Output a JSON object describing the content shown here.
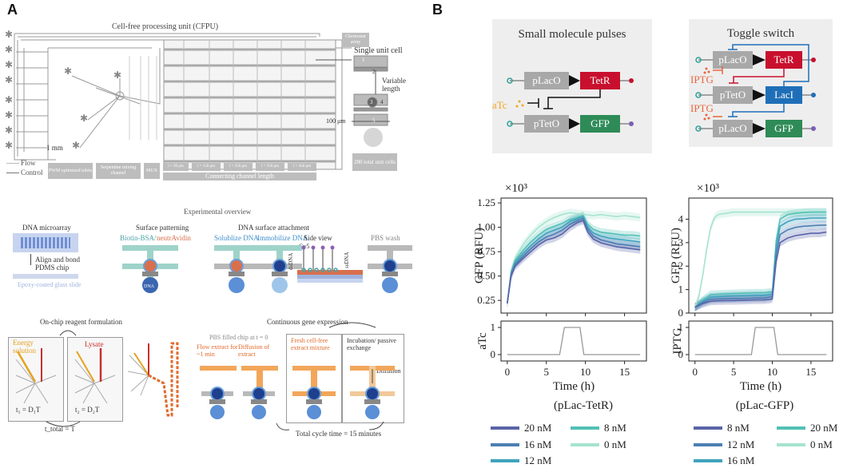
{
  "panel_labels": {
    "a": "A",
    "b": "B"
  },
  "cfpu": {
    "title": "Cell-free processing unit (CFPU)",
    "chemostat": "Chemostat array",
    "single_unit": "Single unit cell",
    "unit_numbers": [
      "1",
      "2",
      "3",
      "4",
      "5"
    ],
    "variable_length": "Variable length",
    "scale_100": "100 μm",
    "scale_1mm": "1 mm",
    "total_cells": "280 total unit cells",
    "flow": "Flow",
    "control": "Control",
    "boxes": {
      "pwm": "PWM optimized inlets",
      "serpentine": "Serpentine mixing channel",
      "mux": "MUX",
      "l1": "l = 30 μm",
      "l2": "l = 150 μm",
      "l3": "l = 250 μm",
      "l4": "l = 350 μm",
      "l5": "l = 450 μm",
      "connecting": "Connecting channel length"
    }
  },
  "overview": {
    "title": "Experimental overview",
    "microarray": "DNA microarray",
    "align_bond": "Align and bond PDMS chip",
    "epoxy": "Epoxy-coated glass slide",
    "surface_patterning": "Surface patterning",
    "biotin": "Biotin-BSA/",
    "neutravidin": "neutrAvidin",
    "attachment": "DNA surface attachment",
    "solublize": "Solublize DNA",
    "immobilize": "Immobilize DNA",
    "side_view": "Side view",
    "cy5": "Cy5",
    "dsdna": "dsDNA",
    "ssdna": "ssDNA",
    "pbs_wash": "PBS wash",
    "dna_label": "DNA"
  },
  "reagent": {
    "title": "On-chip reagent formulation",
    "energy": "Energy solution",
    "lysate": "Lysate",
    "t1": "t₁ = D₁T",
    "t2": "t₂ = D₂T",
    "ttotal": "t_total = T"
  },
  "gene_expr": {
    "title": "Continuous gene expression",
    "pbs_filled": "PBS filled chip at t = 0",
    "flow_extract": "Flow extract for ~1 min",
    "diffusion_extract": "Diffusion of extract",
    "fresh": "Fresh cell-free extract mixture",
    "incubation": "Incubation/ passive exchange",
    "diffusion": "Diffusion",
    "cycle": "Total cycle time = 15 minutes"
  },
  "circuits": {
    "pulses": {
      "title": "Small molecule pulses",
      "inducer": "aTc",
      "parts": [
        "pLacO",
        "TetR",
        "pTetO",
        "GFP"
      ]
    },
    "toggle": {
      "title": "Toggle switch",
      "inducer1": "IPTG",
      "inducer2": "IPTG",
      "parts": [
        "pLacO",
        "TetR",
        "pTetO",
        "LacI",
        "pLacO",
        "GFP"
      ]
    }
  },
  "colors": {
    "tetr": "#c8102e",
    "laci": "#1f6fb8",
    "gfp": "#2e8b57",
    "promoter": "#a8a8a8",
    "atc": "#f2a622",
    "iptg": "#e8663d",
    "box_bg": "#eeeeee"
  },
  "chart_data": [
    {
      "type": "line",
      "exponent": "×10³",
      "ylabel": "GFP (RFU)",
      "xlabel": "Time (h)",
      "xticks": [
        "0",
        "5",
        "10",
        "15"
      ],
      "yticks": [
        "0.25",
        "0.50",
        "0.75",
        "1.00",
        "1.25"
      ],
      "ylim": [
        0.12,
        1.3
      ],
      "xlim": [
        -0.8,
        17.8
      ],
      "input_label": "aTc",
      "input_yticks": [
        "0",
        "1"
      ],
      "input": {
        "x": [
          0,
          6.7,
          7.3,
          9.3,
          9.8,
          17
        ],
        "y": [
          0,
          0,
          1,
          1,
          0,
          0
        ]
      },
      "legend_title": "(pLac-TetR)",
      "legend": [
        "20 nM",
        "16 nM",
        "12 nM",
        "8 nM",
        "0 nM"
      ],
      "series": [
        {
          "name": "20 nM",
          "color": "#5a64a8",
          "x": [
            0,
            0.5,
            1,
            2,
            3,
            4,
            5,
            6,
            7,
            8,
            9,
            9.7,
            10.3,
            11,
            12,
            13,
            14,
            15,
            16,
            17
          ],
          "y": [
            0.22,
            0.5,
            0.6,
            0.68,
            0.75,
            0.82,
            0.87,
            0.89,
            0.93,
            1.0,
            1.05,
            1.07,
            0.95,
            0.88,
            0.84,
            0.82,
            0.8,
            0.79,
            0.78,
            0.77
          ]
        },
        {
          "name": "16 nM",
          "color": "#4d7fb3",
          "x": [
            0,
            0.5,
            1,
            2,
            3,
            4,
            5,
            6,
            7,
            8,
            9,
            9.7,
            10.3,
            11,
            12,
            13,
            14,
            15,
            16,
            17
          ],
          "y": [
            0.22,
            0.52,
            0.62,
            0.7,
            0.78,
            0.85,
            0.9,
            0.93,
            0.97,
            1.03,
            1.07,
            1.09,
            0.98,
            0.91,
            0.87,
            0.85,
            0.83,
            0.82,
            0.81,
            0.8
          ]
        },
        {
          "name": "12 nM",
          "color": "#3fa3bd",
          "x": [
            0,
            0.5,
            1,
            2,
            3,
            4,
            5,
            6,
            7,
            8,
            9,
            9.7,
            10.3,
            11,
            12,
            13,
            14,
            15,
            16,
            17
          ],
          "y": [
            0.22,
            0.53,
            0.64,
            0.73,
            0.81,
            0.88,
            0.94,
            0.97,
            1.0,
            1.06,
            1.09,
            1.11,
            1.0,
            0.94,
            0.91,
            0.89,
            0.88,
            0.87,
            0.86,
            0.85
          ]
        },
        {
          "name": "8 nM",
          "color": "#52c0b6",
          "x": [
            0,
            0.5,
            1,
            2,
            3,
            4,
            5,
            6,
            7,
            8,
            9,
            9.7,
            10.3,
            11,
            12,
            13,
            14,
            15,
            16,
            17
          ],
          "y": [
            0.22,
            0.54,
            0.66,
            0.76,
            0.85,
            0.92,
            0.98,
            1.01,
            1.04,
            1.08,
            1.1,
            1.12,
            1.03,
            0.98,
            0.95,
            0.94,
            0.93,
            0.92,
            0.92,
            0.91
          ]
        },
        {
          "name": "0 nM",
          "color": "#a6e3cf",
          "x": [
            0,
            0.5,
            1,
            2,
            3,
            4,
            5,
            6,
            7,
            8,
            9,
            10,
            11,
            12,
            13,
            14,
            15,
            16,
            17
          ],
          "y": [
            0.22,
            0.56,
            0.68,
            0.82,
            0.92,
            1.0,
            1.06,
            1.1,
            1.13,
            1.15,
            1.14,
            1.13,
            1.12,
            1.13,
            1.12,
            1.11,
            1.12,
            1.11,
            1.1
          ]
        }
      ]
    },
    {
      "type": "line",
      "exponent": "×10³",
      "ylabel": "GFP (RFU)",
      "xlabel": "Time (h)",
      "xticks": [
        "0",
        "5",
        "10",
        "15"
      ],
      "yticks": [
        "0",
        "1",
        "2",
        "3",
        "4"
      ],
      "ylim": [
        0,
        4.9
      ],
      "xlim": [
        -0.8,
        17.8
      ],
      "input_label": "IPTG",
      "input_yticks": [
        "0",
        "1"
      ],
      "input": {
        "x": [
          0,
          7.3,
          7.8,
          10.2,
          10.7,
          17
        ],
        "y": [
          0,
          0,
          1,
          1,
          0,
          0
        ]
      },
      "legend_title": "(pLac-GFP)",
      "legend": [
        "8 nM",
        "12 nM",
        "16 nM",
        "20 nM",
        "0 nM"
      ],
      "series": [
        {
          "name": "8 nM",
          "color": "#5a64a8",
          "x": [
            0,
            1,
            2,
            3,
            4,
            5,
            6,
            7,
            8,
            9,
            10,
            10.5,
            11,
            12,
            13,
            14,
            15,
            16,
            17
          ],
          "y": [
            0.25,
            0.4,
            0.5,
            0.52,
            0.53,
            0.53,
            0.54,
            0.55,
            0.56,
            0.56,
            0.6,
            2.2,
            3.0,
            3.2,
            3.3,
            3.35,
            3.4,
            3.4,
            3.45
          ]
        },
        {
          "name": "12 nM",
          "color": "#4d7fb3",
          "x": [
            0,
            1,
            2,
            3,
            4,
            5,
            6,
            7,
            8,
            9,
            10,
            10.5,
            11,
            12,
            13,
            14,
            15,
            16,
            17
          ],
          "y": [
            0.25,
            0.45,
            0.58,
            0.6,
            0.61,
            0.62,
            0.62,
            0.63,
            0.64,
            0.64,
            0.7,
            2.5,
            3.35,
            3.55,
            3.65,
            3.7,
            3.72,
            3.74,
            3.75
          ]
        },
        {
          "name": "16 nM",
          "color": "#3fa3bd",
          "x": [
            0,
            1,
            2,
            3,
            4,
            5,
            6,
            7,
            8,
            9,
            10,
            10.5,
            11,
            12,
            13,
            14,
            15,
            16,
            17
          ],
          "y": [
            0.25,
            0.5,
            0.68,
            0.7,
            0.72,
            0.73,
            0.74,
            0.75,
            0.76,
            0.76,
            0.8,
            2.8,
            3.7,
            3.9,
            4.0,
            4.02,
            4.05,
            4.05,
            4.05
          ]
        },
        {
          "name": "20 nM",
          "color": "#52c0b6",
          "x": [
            0,
            1,
            2,
            3,
            4,
            5,
            6,
            7,
            8,
            9,
            10,
            10.5,
            11,
            12,
            13,
            14,
            15,
            16,
            17
          ],
          "y": [
            0.25,
            0.55,
            0.78,
            0.8,
            0.82,
            0.83,
            0.84,
            0.85,
            0.86,
            0.86,
            0.9,
            3.1,
            4.0,
            4.2,
            4.25,
            4.28,
            4.3,
            4.3,
            4.3
          ]
        },
        {
          "name": "0 nM",
          "color": "#a6e3cf",
          "x": [
            0,
            0.5,
            1,
            1.5,
            2,
            2.5,
            3,
            4,
            5,
            6,
            7,
            8,
            10,
            12,
            14,
            17
          ],
          "y": [
            0.25,
            0.7,
            1.6,
            2.7,
            3.6,
            4.05,
            4.2,
            4.25,
            4.3,
            4.3,
            4.3,
            4.3,
            4.3,
            4.3,
            4.3,
            4.3
          ]
        }
      ]
    }
  ]
}
